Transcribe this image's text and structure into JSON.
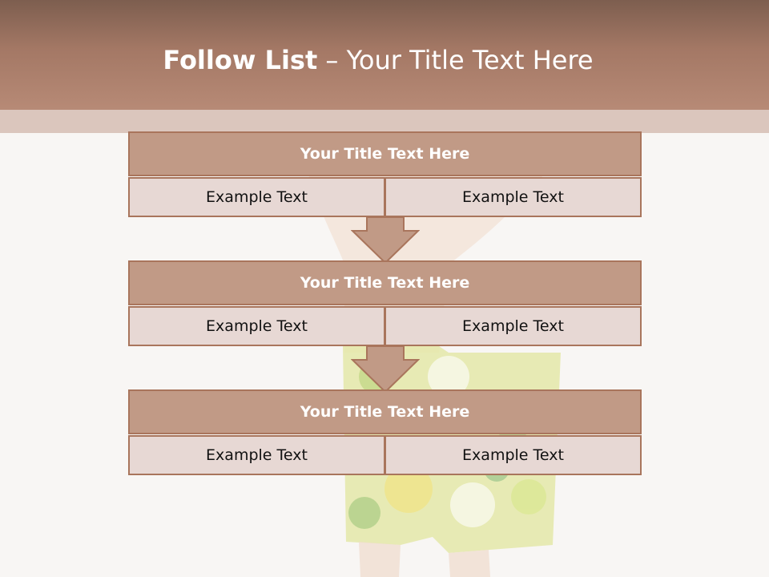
{
  "slide": {
    "title_bold": "Follow List",
    "title_rest": " – Your Title Text Here"
  },
  "blocks": [
    {
      "title": "Your Title Text Here",
      "cells": [
        "Example Text",
        "Example Text"
      ]
    },
    {
      "title": "Your Title Text Here",
      "cells": [
        "Example Text",
        "Example Text"
      ]
    },
    {
      "title": "Your Title Text Here",
      "cells": [
        "Example Text",
        "Example Text"
      ]
    }
  ],
  "colors": {
    "header": "#a47865",
    "title_row": "#c19a86",
    "cell": "#e7d8d4",
    "border": "#a9755c",
    "arrow": "#c19a86"
  },
  "icons": {
    "connector": "down-arrow-icon"
  }
}
